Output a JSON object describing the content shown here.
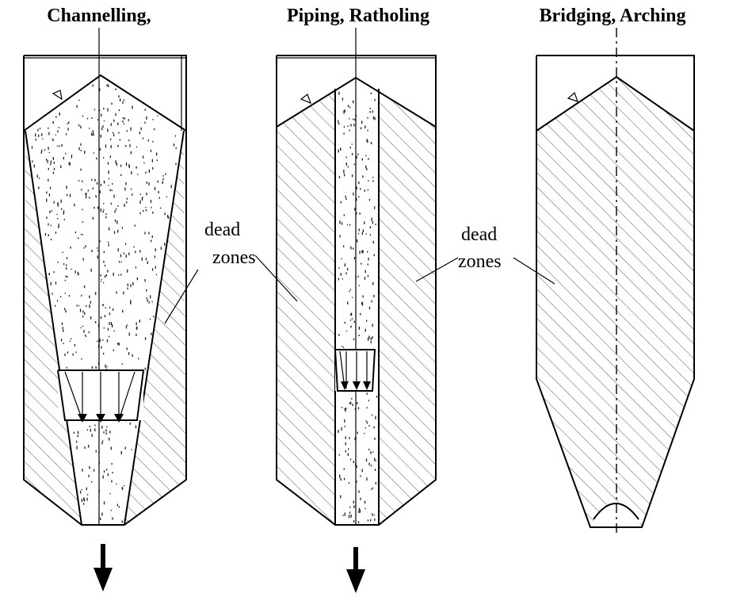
{
  "silos": [
    {
      "title": "Channelling,"
    },
    {
      "title": "Piping, Ratholing"
    },
    {
      "title": "Bridging, Arching"
    }
  ],
  "labels": {
    "dead_1": "dead",
    "zones_1": "zones",
    "dead_2": "dead",
    "zones_2": "zones"
  },
  "icons": {
    "level_marker": "triangle-marker-icon",
    "discharge": "down-arrow-icon"
  }
}
